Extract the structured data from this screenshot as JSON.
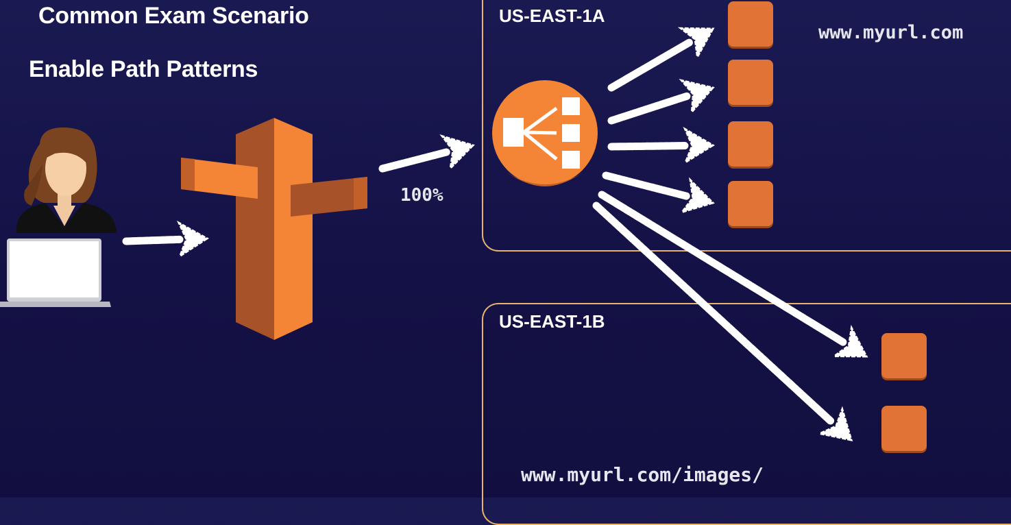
{
  "title": "Common Exam Scenario",
  "subtitle": "Enable Path Patterns",
  "flow_label": "100%",
  "zones": [
    {
      "label": "US-EAST-1A",
      "url": "www.myurl.com"
    },
    {
      "label": "US-EAST-1B",
      "url": "www.myurl.com/images/"
    }
  ],
  "icons": {
    "user": "woman-user-icon",
    "laptop": "laptop-icon",
    "dns": "route53-icon",
    "load_balancer": "load-balancer-icon",
    "instance": "ec2-instance-icon",
    "arrow": "chalk-arrow-icon"
  },
  "colors": {
    "background": "#1a1a52",
    "aws_orange": "#f58536",
    "instance_orange": "#e07335",
    "zone_border": "#e9b36a",
    "arrow": "#ffffff"
  }
}
